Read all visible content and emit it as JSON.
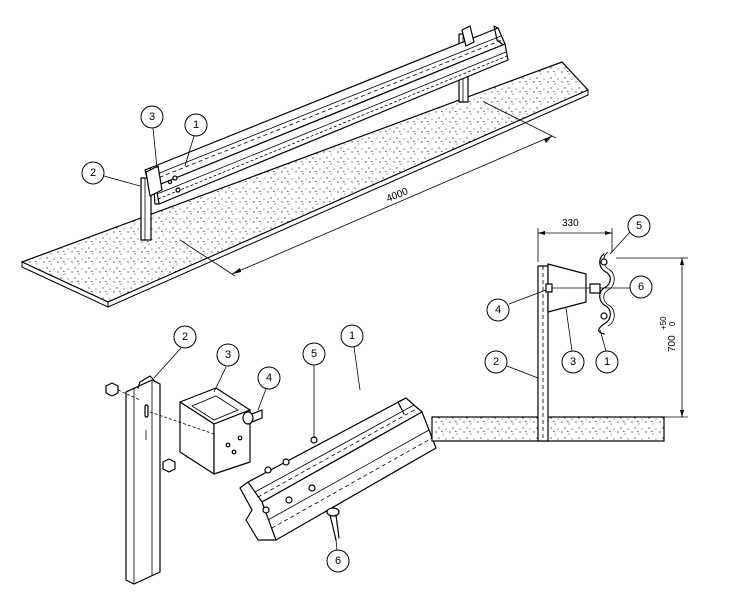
{
  "balloons": {
    "top_view": [
      "3",
      "1",
      "2"
    ],
    "exploded": [
      "2",
      "3",
      "4",
      "5",
      "1",
      "6"
    ],
    "side_view": [
      "5",
      "6",
      "4",
      "2",
      "3",
      "1"
    ]
  },
  "dimensions": {
    "length": "4000",
    "offset": "330",
    "height": "700",
    "height_tol_upper": "+50",
    "height_tol_lower": "0"
  }
}
